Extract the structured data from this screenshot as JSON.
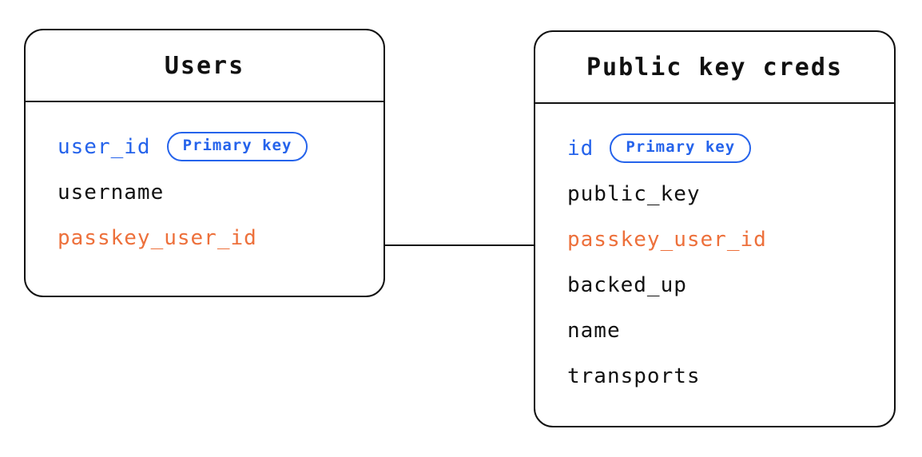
{
  "colors": {
    "primary_key_blue": "#2563eb",
    "foreign_key_orange": "#ed703b",
    "text_black": "#111111",
    "border_black": "#111111",
    "background": "#ffffff"
  },
  "tables": [
    {
      "title": "Users",
      "fields": [
        {
          "name": "user_id",
          "badge": "Primary key",
          "color": "blue"
        },
        {
          "name": "username",
          "color": "black"
        },
        {
          "name": "passkey_user_id",
          "color": "orange"
        }
      ]
    },
    {
      "title": "Public key creds",
      "fields": [
        {
          "name": "id",
          "badge": "Primary key",
          "color": "blue"
        },
        {
          "name": "public_key",
          "color": "black"
        },
        {
          "name": "passkey_user_id",
          "color": "orange"
        },
        {
          "name": "backed_up",
          "color": "black"
        },
        {
          "name": "name",
          "color": "black"
        },
        {
          "name": "transports",
          "color": "black"
        }
      ]
    }
  ],
  "connector": {
    "from": "Users.passkey_user_id",
    "to": "Public key creds.passkey_user_id"
  }
}
